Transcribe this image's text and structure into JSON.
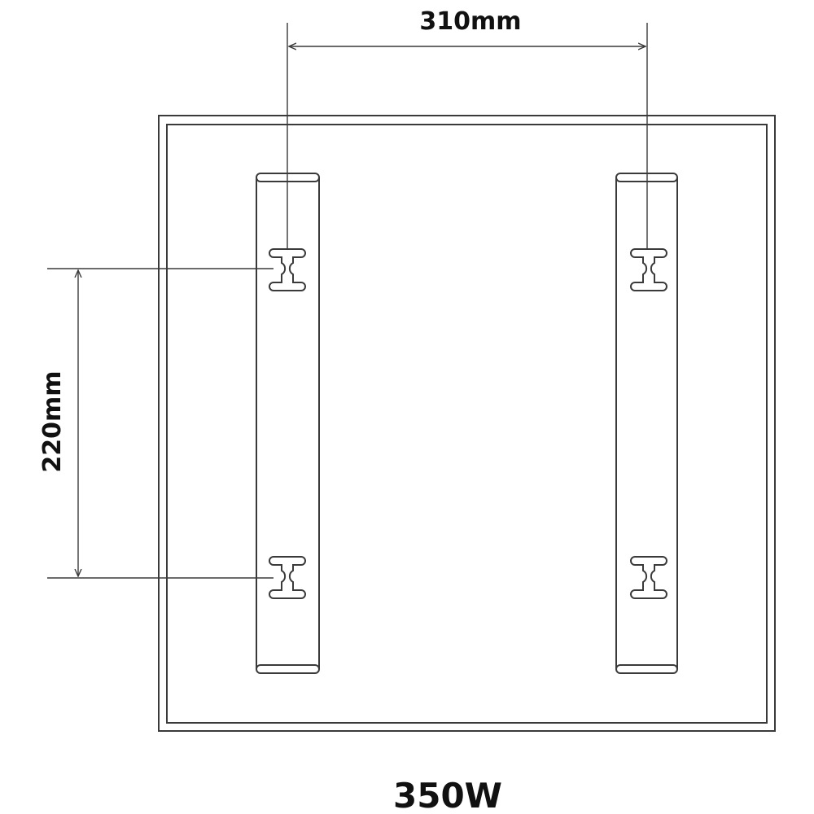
{
  "dimensions": {
    "horizontal_label": "310mm",
    "vertical_label": "220mm"
  },
  "caption": "350W",
  "colors": {
    "line": "#3a3a3a",
    "text": "#111111"
  }
}
